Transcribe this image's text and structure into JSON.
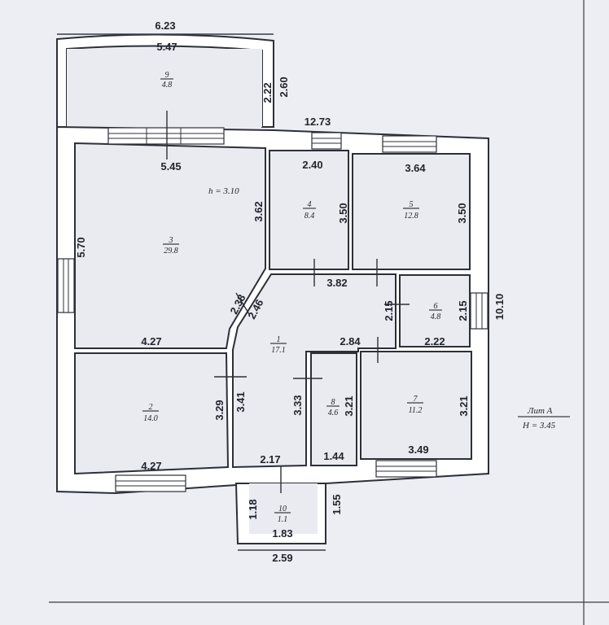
{
  "plan": {
    "height_note": "h = 3.10",
    "lit_label": "Лит А",
    "lit_height": "H = 3.45",
    "rooms": [
      {
        "number": "1",
        "area": "17.1"
      },
      {
        "number": "2",
        "area": "14.0"
      },
      {
        "number": "3",
        "area": "29.8"
      },
      {
        "number": "4",
        "area": "8.4"
      },
      {
        "number": "5",
        "area": "12.8"
      },
      {
        "number": "6",
        "area": "4.8"
      },
      {
        "number": "7",
        "area": "11.2"
      },
      {
        "number": "8",
        "area": "4.6"
      },
      {
        "number": "9",
        "area": "4.8"
      },
      {
        "number": "10",
        "area": "1.1"
      }
    ],
    "dimensions": {
      "top_total": "6.23",
      "r9_width": "5.47",
      "r9_depth_in": "2.22",
      "r9_depth_out": "2.60",
      "house_width": "12.73",
      "r3_width": "5.45",
      "r3_height": "5.70",
      "r3_side": "3.62",
      "r3_bottom": "4.27",
      "r4_width": "2.40",
      "r4_height": "3.50",
      "r5_width": "3.64",
      "r5_height": "3.50",
      "r1_top": "3.82",
      "r1_diag_a": "2.38",
      "r1_diag_b": "2.46",
      "r1_right": "2.84",
      "r1_left": "3.41",
      "r1_inner": "3.33",
      "r1_bottom": "2.17",
      "r6_left": "2.15",
      "r6_right": "2.15",
      "r6_bottom": "2.22",
      "house_depth": "10.10",
      "r2_height": "3.29",
      "r2_bottom": "4.27",
      "r8_height": "3.21",
      "r8_bottom": "1.44",
      "r7_height": "3.21",
      "r7_bottom": "3.49",
      "r10_left": "1.18",
      "r10_right": "1.55",
      "r10_inner": "1.83",
      "r10_outer": "2.59"
    }
  }
}
